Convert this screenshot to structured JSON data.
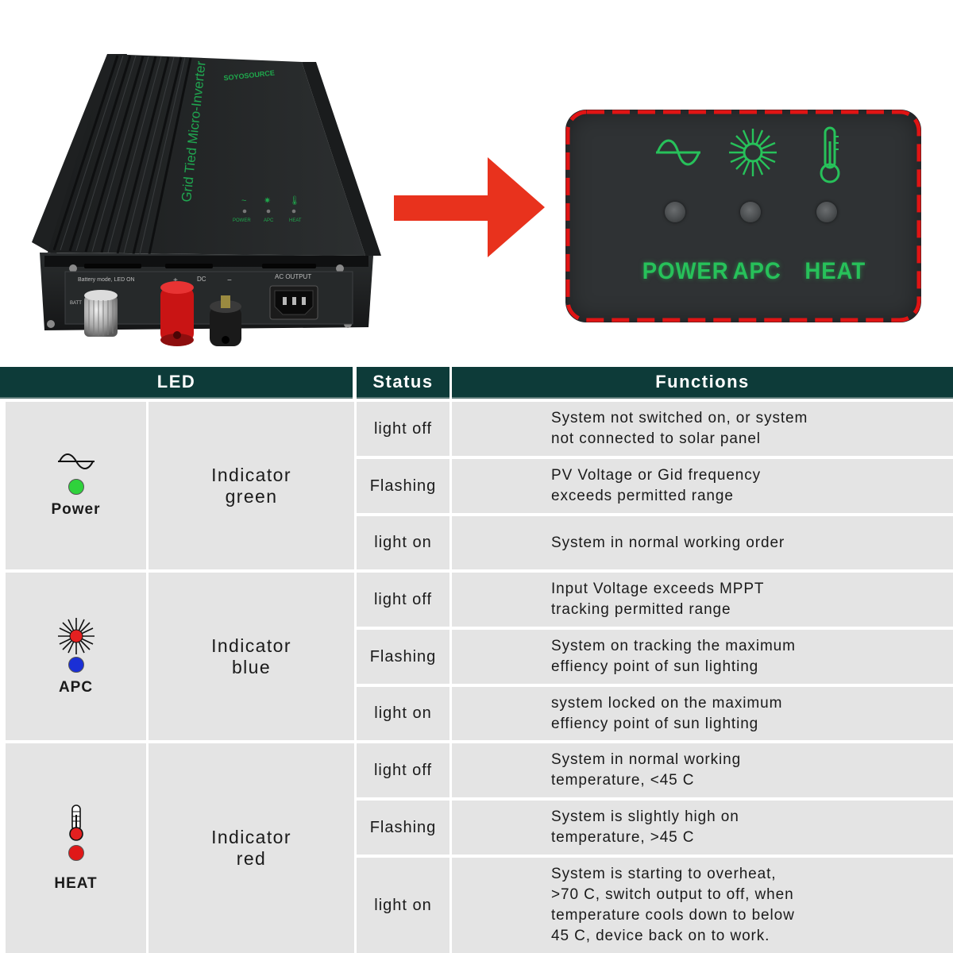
{
  "device": {
    "brand_label": "SOYOSOURCE",
    "model_label": "Grid Tied Micro-Inverter",
    "panel_labels": [
      "POWER",
      "APC",
      "HEAT"
    ],
    "mode_label": "Battery mode, LED ON",
    "dial_label": "BATT",
    "dc_label": "DC",
    "plus_label": "+",
    "minus_label": "−",
    "ac_label": "AC OUTPUT"
  },
  "zoom": {
    "labels": [
      "POWER",
      "APC",
      "HEAT"
    ],
    "led_color": "#27c15a",
    "border_color": "#e01414"
  },
  "table": {
    "headers": {
      "led": "LED",
      "status": "Status",
      "functions": "Functions"
    },
    "groups": [
      {
        "led_name": "Power",
        "icon": "sine-wave-icon",
        "dot_color": "#2fd23c",
        "indicator": "Indicator\ngreen",
        "rows": [
          {
            "status": "light off",
            "function": "System not switched on, or system\nnot connected to solar panel"
          },
          {
            "status": "Flashing",
            "function": "PV Voltage or Gid frequency\nexceeds permitted range"
          },
          {
            "status": "light on",
            "function": "System in normal working order"
          }
        ]
      },
      {
        "led_name": "APC",
        "icon": "sun-burst-icon",
        "dot_color": "#1a2fd6",
        "indicator": "Indicator\nblue",
        "rows": [
          {
            "status": "light off",
            "function": "Input Voltage exceeds MPPT\ntracking permitted range"
          },
          {
            "status": "Flashing",
            "function": "System on tracking the maximum\neffiency point of sun lighting"
          },
          {
            "status": "light on",
            "function": "system locked on the maximum\neffiency point of sun lighting"
          }
        ]
      },
      {
        "led_name": "HEAT",
        "icon": "thermometer-icon",
        "dot_color": "#e01818",
        "indicator": "Indicator\nred",
        "rows": [
          {
            "status": "light off",
            "function": "System in normal working\ntemperature, <45 C"
          },
          {
            "status": "Flashing",
            "function": "System is slightly high on\ntemperature, >45 C"
          },
          {
            "status": "light on",
            "function": "System is starting to overheat,\n >70 C, switch output to off, when\ntemperature cools down to below\n 45 C, device back on to work."
          }
        ]
      }
    ]
  }
}
